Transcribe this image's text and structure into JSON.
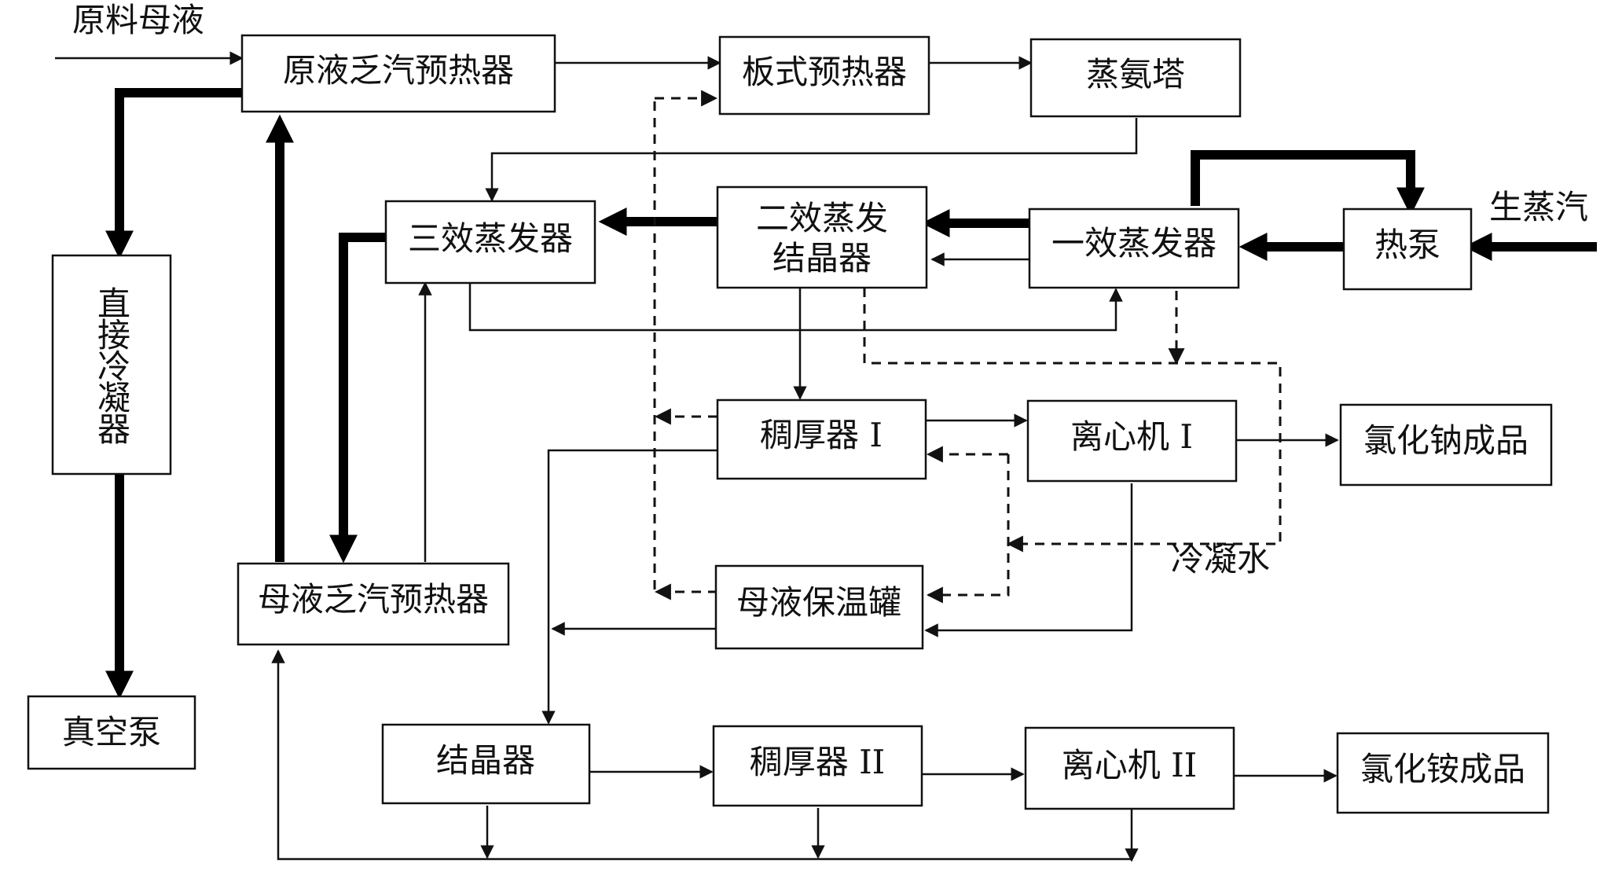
{
  "labels": {
    "raw_mother_liquor": "原料母液",
    "raw_steam": "生蒸汽",
    "condensate_water": "冷凝水"
  },
  "boxes": {
    "raw_liquor_exhaust_preheater": "原液乏汽预热器",
    "plate_preheater": "板式预热器",
    "ammonia_still": "蒸氨塔",
    "direct_condenser": "直接冷凝器",
    "vacuum_pump": "真空泵",
    "third_effect_evaporator": "三效蒸发器",
    "second_effect_line1": "二效蒸发",
    "second_effect_line2": "结晶器",
    "first_effect_evaporator": "一效蒸发器",
    "heat_pump": "热泵",
    "thickener_1": "稠厚器 I",
    "centrifuge_1": "离心机 I",
    "nacl_product": "氯化钠成品",
    "mother_liquor_exhaust_preheater": "母液乏汽预热器",
    "mother_liquor_holding_tank": "母液保温罐",
    "crystallizer": "结晶器",
    "thickener_2": "稠厚器 II",
    "centrifuge_2": "离心机 II",
    "nh4cl_product": "氯化铵成品"
  },
  "colors": {
    "line": "#111111",
    "background": "#ffffff"
  }
}
